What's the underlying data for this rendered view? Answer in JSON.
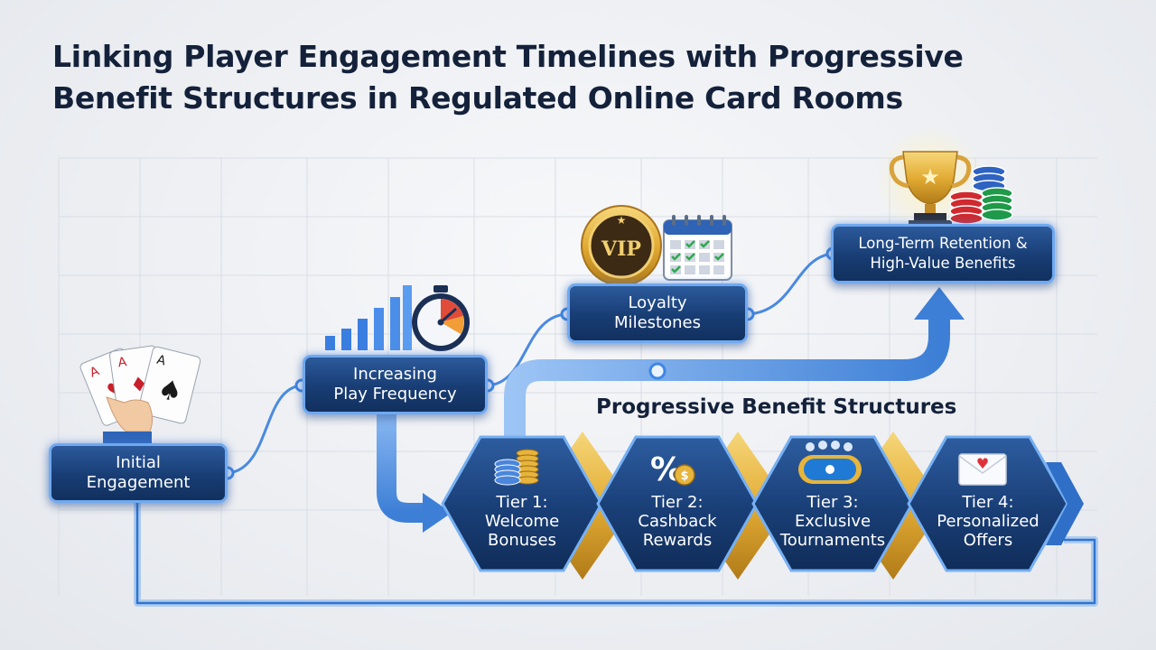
{
  "title": {
    "line1": "Linking Player Engagement Timelines with Progressive",
    "line2": "Benefit Structures in Regulated Online Card Rooms"
  },
  "timeline": {
    "initial_engagement": [
      "Initial",
      "Engagement"
    ],
    "increasing_play": [
      "Increasing",
      "Play Frequency"
    ],
    "loyalty_milestones": [
      "Loyalty",
      "Milestones"
    ],
    "long_term_retention": [
      "Long-Term Retention &",
      "High-Value Benefits"
    ]
  },
  "progressive": {
    "title": "Progressive Benefit Structures",
    "tiers": [
      {
        "line1": "Tier 1:",
        "line2": "Welcome",
        "line3": "Bonuses"
      },
      {
        "line1": "Tier 2:",
        "line2": "Cashback",
        "line3": "Rewards"
      },
      {
        "line1": "Tier 3:",
        "line2": "Exclusive",
        "line3": "Tournaments"
      },
      {
        "line1": "Tier 4:",
        "line2": "Personalized",
        "line3": "Offers"
      }
    ]
  },
  "icons": {
    "vip_badge_text": "VIP",
    "cards": "playing-cards-icon",
    "stopwatch": "stopwatch-icon",
    "trophy": "trophy-icon",
    "calendar": "calendar-icon",
    "percent_coin": "percent-coin-icon",
    "envelope": "envelope-heart-icon"
  },
  "colors": {
    "navy": "#13315f",
    "accent_blue": "#3f86e4",
    "gold": "#e7b43c",
    "title_text": "#14213a"
  }
}
